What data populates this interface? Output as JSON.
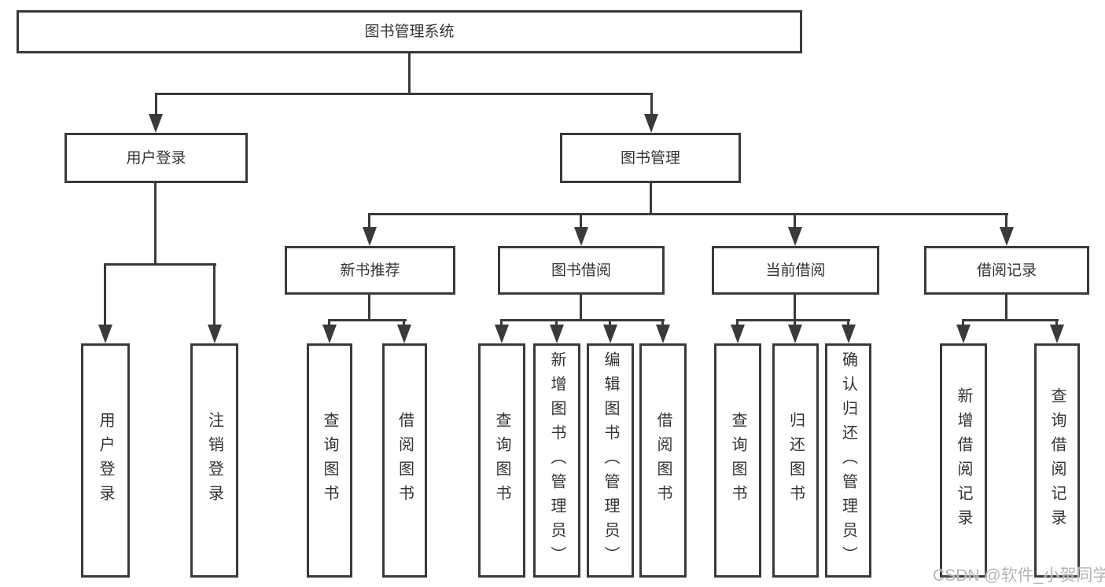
{
  "diagram": {
    "title": "图书管理系统",
    "line_color": "#3a3a3a",
    "text_color": "#333333",
    "level2": [
      {
        "label": "用户登录"
      },
      {
        "label": "图书管理"
      }
    ],
    "level3": [
      {
        "label": "新书推荐"
      },
      {
        "label": "图书借阅"
      },
      {
        "label": "当前借阅"
      },
      {
        "label": "借阅记录"
      }
    ],
    "leaves": [
      "用户登录",
      "注销登录",
      "查询图书",
      "借阅图书",
      "查询图书",
      "新增图书（管理员）",
      "编辑图书（管理员）",
      "借阅图书",
      "查询图书",
      "归还图书",
      "确认归还（管理员）",
      "新增借阅记录",
      "查询借阅记录"
    ]
  },
  "watermark": {
    "text": "CSDN @软件_小贺同学",
    "color": "#b2b6bc"
  }
}
